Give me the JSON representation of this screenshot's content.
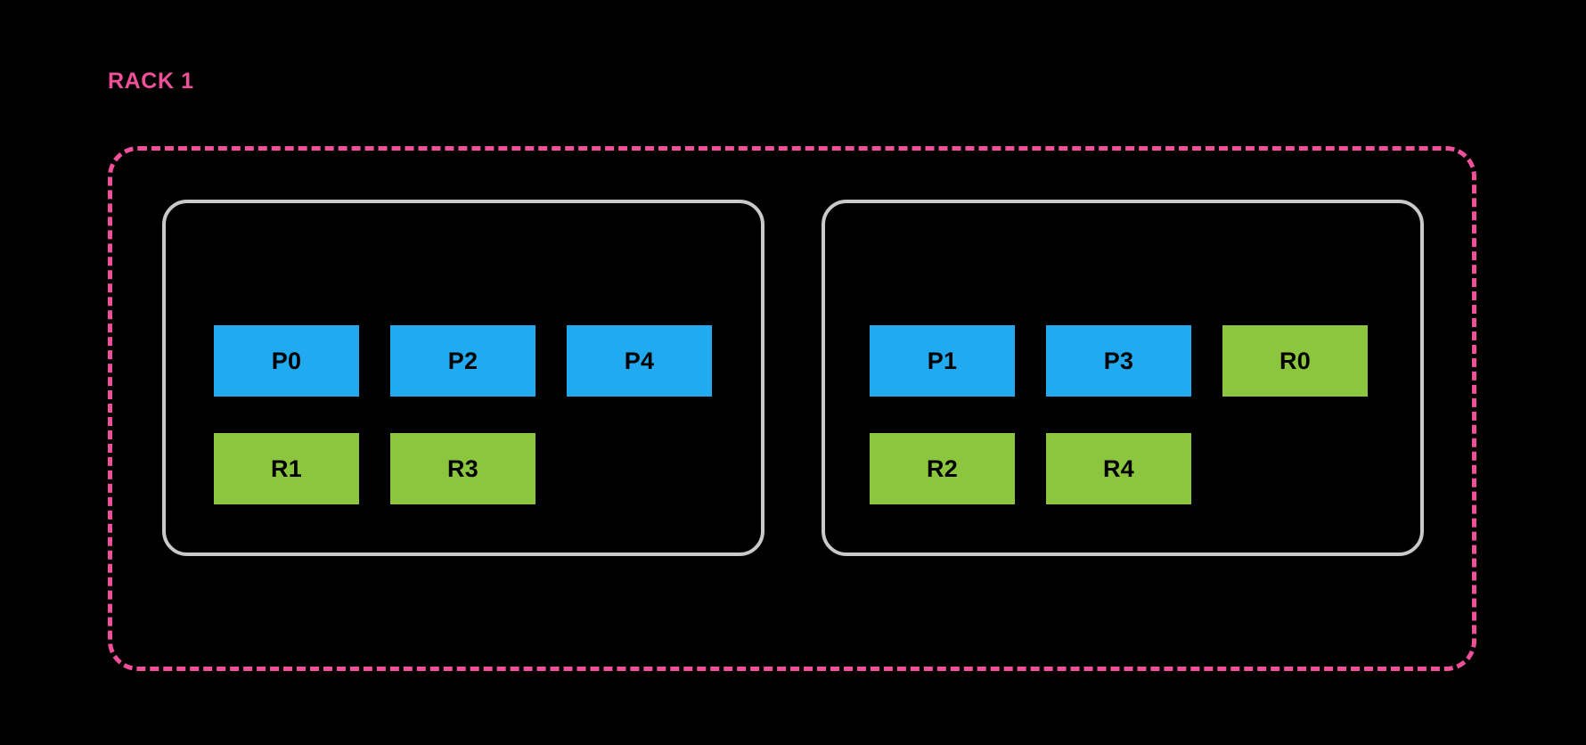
{
  "diagram": {
    "title": "RACK 1",
    "type": "rack-partition-placement",
    "colors": {
      "background": "#000000",
      "rack_border": "#F0509A",
      "rack_label": "#F0509A",
      "host_border": "#C9C9C9",
      "primary_fill": "#21AAEF",
      "replica_fill": "#8CC63F",
      "chip_text": "#000000"
    },
    "rack": {
      "label": "RACK 1",
      "border_style": "dashed",
      "hosts": [
        {
          "id": "host-left",
          "rows": [
            {
              "kind": "primary",
              "chips": [
                {
                  "label": "P0",
                  "kind": "primary"
                },
                {
                  "label": "P2",
                  "kind": "primary"
                },
                {
                  "label": "P4",
                  "kind": "primary"
                }
              ]
            },
            {
              "kind": "replica",
              "chips": [
                {
                  "label": "R1",
                  "kind": "replica"
                },
                {
                  "label": "R3",
                  "kind": "replica"
                }
              ]
            }
          ]
        },
        {
          "id": "host-right",
          "rows": [
            {
              "kind": "mixed",
              "chips": [
                {
                  "label": "P1",
                  "kind": "primary"
                },
                {
                  "label": "P3",
                  "kind": "primary"
                },
                {
                  "label": "R0",
                  "kind": "replica"
                }
              ]
            },
            {
              "kind": "replica",
              "chips": [
                {
                  "label": "R2",
                  "kind": "replica"
                },
                {
                  "label": "R4",
                  "kind": "replica"
                }
              ]
            }
          ]
        }
      ]
    }
  }
}
